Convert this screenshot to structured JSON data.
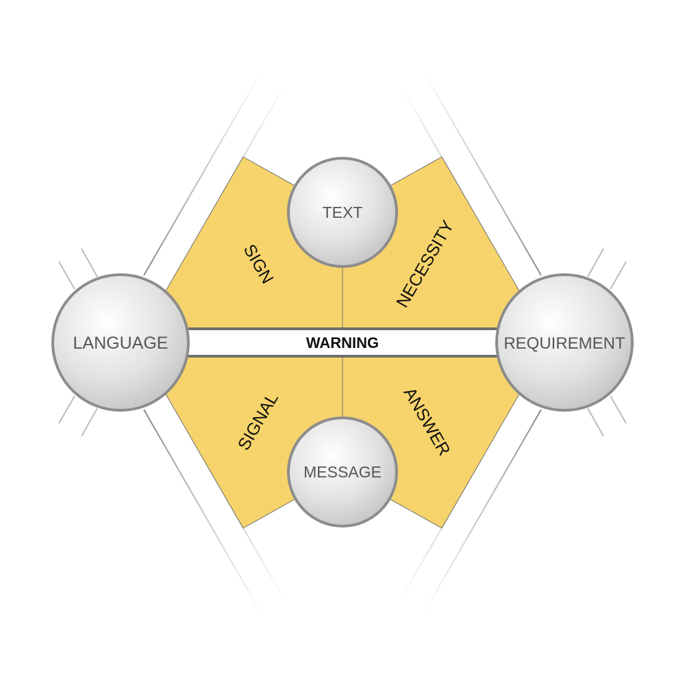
{
  "center": {
    "label": "WARNING"
  },
  "nodes": {
    "left": "LANGUAGE",
    "right": "REQUIREMENT",
    "top": "TEXT",
    "bottom": "MESSAGE"
  },
  "segments": {
    "top_left": "SIGN",
    "top_right": "NECESSITY",
    "bottom_left": "SIGNAL",
    "bottom_right": "ANSWER"
  },
  "colors": {
    "segment_fill": "#f6d46b",
    "outline": "#8c8c8c",
    "band_border": "#6e6e6e"
  }
}
